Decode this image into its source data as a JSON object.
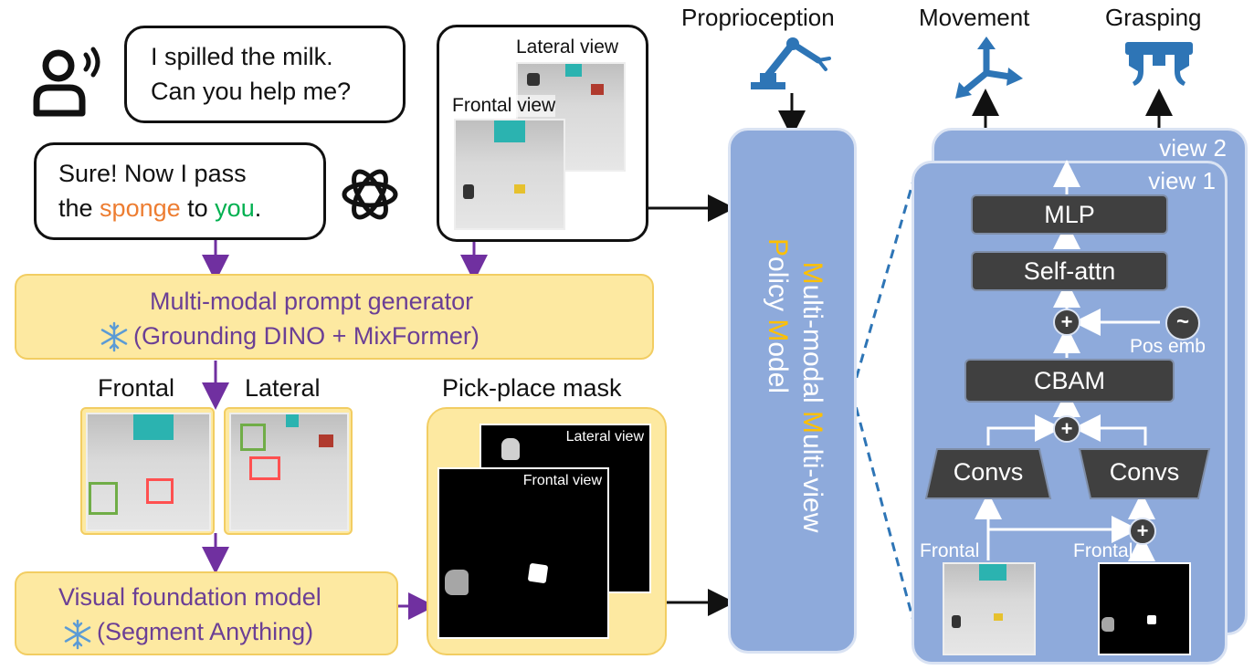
{
  "user_bubble": {
    "line1": "I spilled the milk.",
    "line2": "Can you help me?"
  },
  "assistant_bubble": {
    "line1": "Sure! Now I pass",
    "line2_prefix": "the ",
    "object_word": "sponge",
    "mid_word": " to ",
    "target_word": "you",
    "line2_suffix": "."
  },
  "camera_views": {
    "lateral": "Lateral view",
    "frontal": "Frontal view"
  },
  "prompt_generator": {
    "title": "Multi-modal prompt generator",
    "subtitle": "(Grounding DINO + MixFormer)"
  },
  "detections": {
    "frontal_label": "Frontal",
    "lateral_label": "Lateral"
  },
  "mask_section": {
    "title": "Pick-place mask",
    "lateral": "Lateral view",
    "frontal": "Frontal view"
  },
  "foundation_model": {
    "title": "Visual foundation model",
    "subtitle": "(Segment Anything)"
  },
  "policy_model": {
    "line1_parts": [
      "M",
      "ulti-modal ",
      "M",
      "ulti-view"
    ],
    "line2_parts": [
      "P",
      "olicy ",
      "M",
      "odel"
    ]
  },
  "top_labels": {
    "proprioception": "Proprioception",
    "movement": "Movement",
    "grasping": "Grasping"
  },
  "architecture": {
    "view2": "view 2",
    "view1": "view 1",
    "mlp": "MLP",
    "self_attn": "Self-attn",
    "cbam": "CBAM",
    "convs_left": "Convs",
    "convs_right": "Convs",
    "pos_emb": "Pos emb",
    "frontal_left": "Frontal",
    "frontal_right": "Frontal",
    "tilde": "~",
    "plus": "+"
  },
  "colors": {
    "arrow_purple": "#7030a0",
    "prompt_fill": "#fde9a1",
    "prompt_text": "#6b3f95",
    "panel_blue": "#8eaadb",
    "icon_blue": "#2e75b6",
    "dark_block": "#404040",
    "sponge_orange": "#ed7d31",
    "you_green": "#00b050",
    "highlight_yellow": "#ffc000",
    "snowflake_blue": "#5b9bd5",
    "bbox_green": "#70ad47",
    "bbox_red": "#ff5050"
  },
  "icons": [
    "speaking-person-icon",
    "openai-icon",
    "robot-arm-icon",
    "axes-icon",
    "gripper-icon",
    "snowflake-icon"
  ]
}
